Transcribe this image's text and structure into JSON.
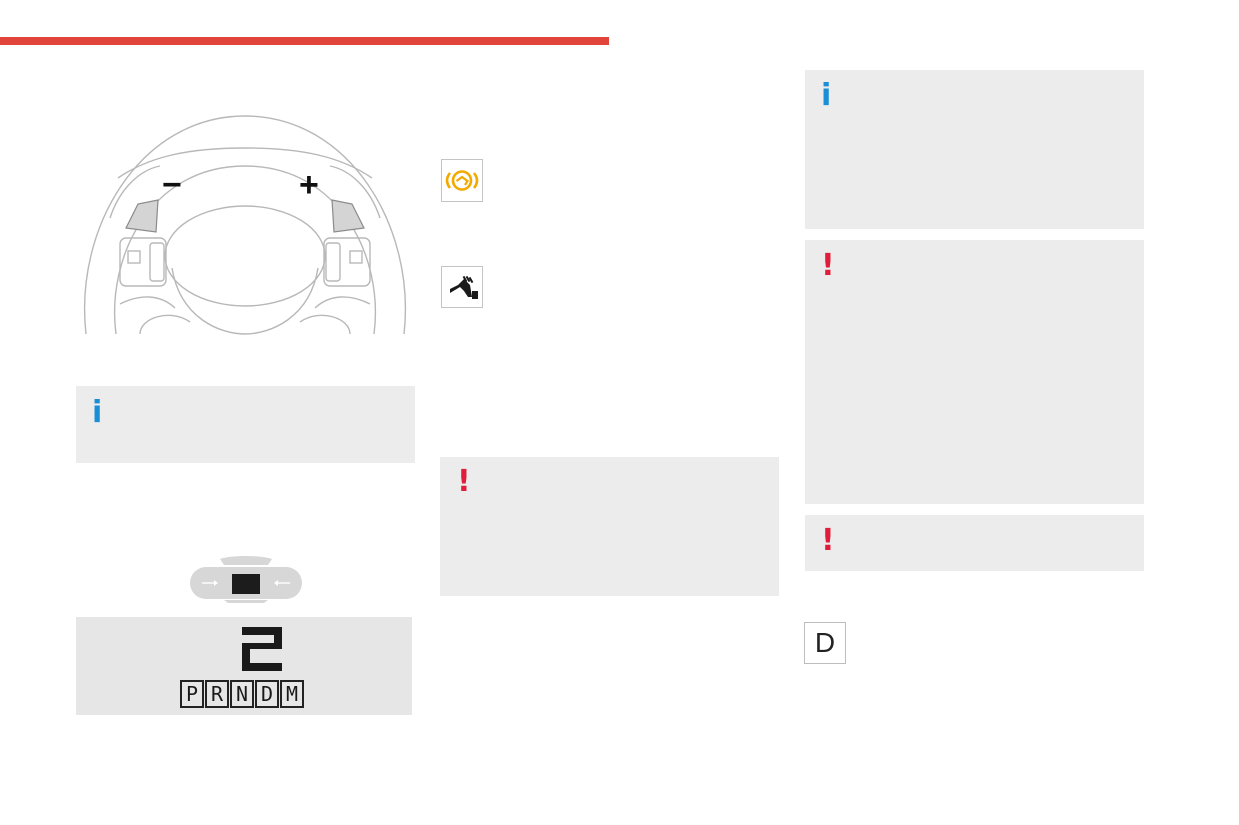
{
  "colors": {
    "accent_red": "#e0443a",
    "info_blue": "#1a8fd6",
    "warning_red": "#e01e3c",
    "amber": "#f2a900",
    "note_bg": "#ececec"
  },
  "steering_wheel": {
    "paddle_minus": "−",
    "paddle_plus": "+"
  },
  "notes": {
    "info_left_icon": "info-icon",
    "info_right_icon": "info-icon",
    "warning_middle_icon": "warning-icon",
    "warning_right_top_icon": "warning-icon",
    "warning_right_bottom_icon": "warning-icon"
  },
  "icons": {
    "brake_warning": "brake-warning-light-icon",
    "foot_on_brake": "foot-on-brake-icon"
  },
  "display": {
    "gear_number": "2",
    "gears": [
      "P",
      "R",
      "N",
      "D",
      "M"
    ]
  },
  "gear_indicator": {
    "label": "D"
  }
}
